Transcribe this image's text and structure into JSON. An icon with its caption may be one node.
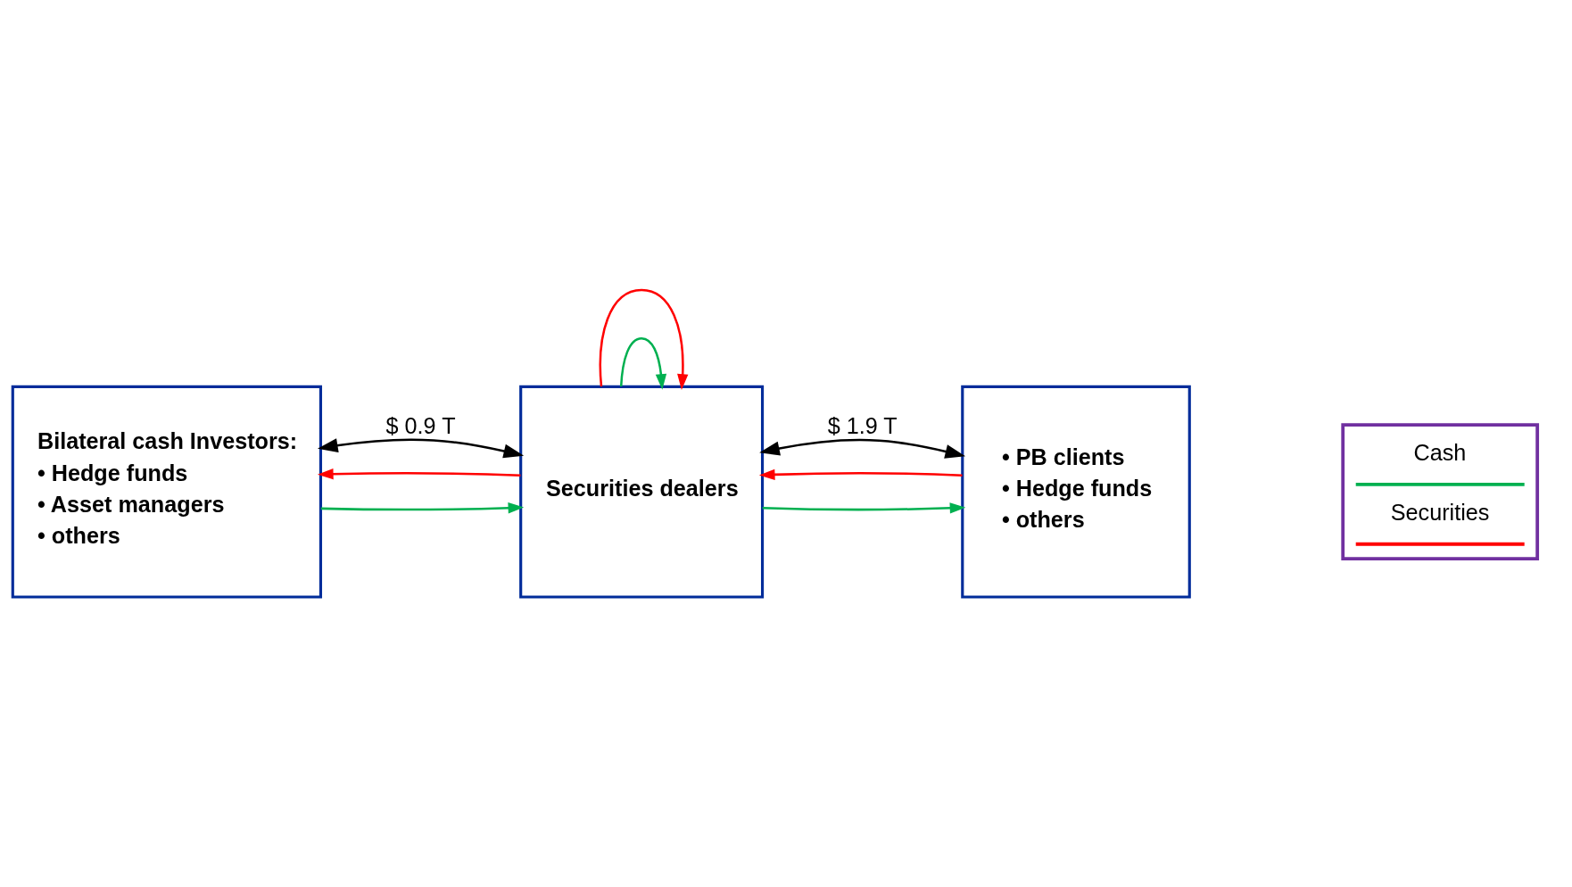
{
  "diagram": {
    "nodes": [
      {
        "text": [
          "Bilateral cash Investors:",
          "• Hedge funds",
          "• Asset managers",
          "• others"
        ]
      },
      {
        "text": [
          "Securities dealers"
        ]
      },
      {
        "text": [
          "• PB clients",
          "• Hedge funds",
          "• others"
        ]
      }
    ],
    "edges": [
      {
        "from": 0,
        "to": 1,
        "arrow": "both",
        "label": "$ 0.9 T",
        "color": "#000000"
      },
      {
        "from": 0,
        "to": 1,
        "arrow": "to",
        "color": "#00b050"
      },
      {
        "from": 1,
        "to": 0,
        "arrow": "to",
        "color": "#ff0000"
      },
      {
        "from": 1,
        "to": 1,
        "arrow": "to",
        "color": "#00b050"
      },
      {
        "from": 1,
        "to": 1,
        "arrow": "to",
        "color": "#ff0000"
      },
      {
        "from": 1,
        "to": 2,
        "arrow": "both",
        "label": "$ 1.9 T",
        "color": "#000000"
      },
      {
        "from": 1,
        "to": 2,
        "arrow": "to",
        "color": "#00b050"
      },
      {
        "from": 2,
        "to": 1,
        "arrow": "to",
        "color": "#ff0000"
      }
    ],
    "legend": [
      {
        "text": "Cash"
      },
      {
        "text": "Securities"
      }
    ]
  }
}
